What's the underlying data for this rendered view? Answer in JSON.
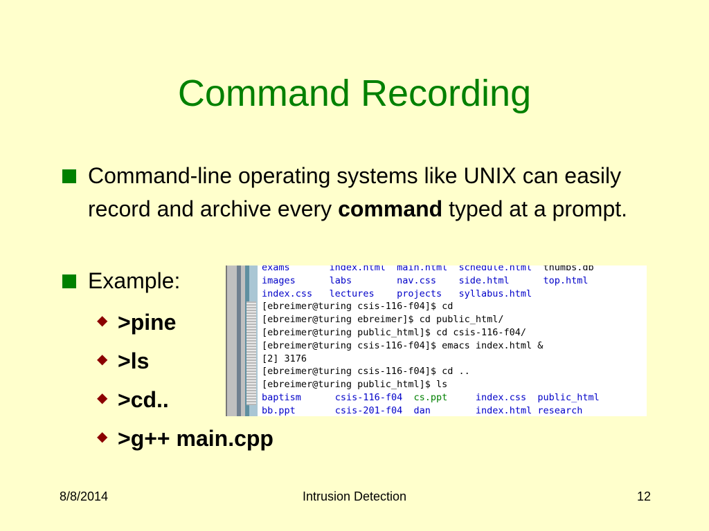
{
  "slide": {
    "title": "Command Recording",
    "bullets": {
      "b1_part1": "Command-line operating systems like UNIX can easily record and archive every ",
      "b1_bold": "command",
      "b1_part2": " typed at a prompt.",
      "b2": "Example:"
    },
    "sub_bullets": {
      "s1": ">pine",
      "s2": ">ls",
      "s3": ">cd..",
      "s4": ">g++ main.cpp"
    },
    "terminal": {
      "lines": [
        {
          "c1": "exams",
          "c2": "index.html",
          "c3": "main.html",
          "c4": "schedule.html",
          "c5": "thumbs.db"
        },
        {
          "c1": "images",
          "c2": "labs",
          "c3": "nav.css",
          "c4": "side.html",
          "c5": "top.html"
        },
        {
          "c1": "index.css",
          "c2": "lectures",
          "c3": "projects",
          "c4": "syllabus.html"
        }
      ],
      "cmd1": "[ebreimer@turing csis-116-f04]$ cd",
      "cmd2": "[ebreimer@turing ebreimer]$ cd public_html/",
      "cmd3": "[ebreimer@turing public_html]$ cd csis-116-f04/",
      "cmd4": "[ebreimer@turing csis-116-f04]$ emacs index.html &",
      "cmd5": "[2] 3176",
      "cmd6": "[ebreimer@turing csis-116-f04]$ cd ..",
      "cmd7": "[ebreimer@turing public_html]$ ls",
      "ls1": {
        "a": "baptism",
        "b": "csis-116-f04",
        "c": "cs.ppt",
        "d": "index.css",
        "e": "public_html"
      },
      "ls2": {
        "a": "bb.ppt",
        "b": "csis-201-f04",
        "c": "dan",
        "d": "index.html",
        "e": "research"
      }
    },
    "footer": {
      "date": "8/8/2014",
      "center": "Intrusion Detection",
      "page": "12"
    },
    "colors": {
      "background": "#ffffcc",
      "title": "#008000",
      "bullet_square": "#008000",
      "diamond": "#8b0000"
    },
    "icons": {
      "bullet": "square-bullet-icon",
      "sub_bullet": "diamond-bullet-icon"
    }
  }
}
